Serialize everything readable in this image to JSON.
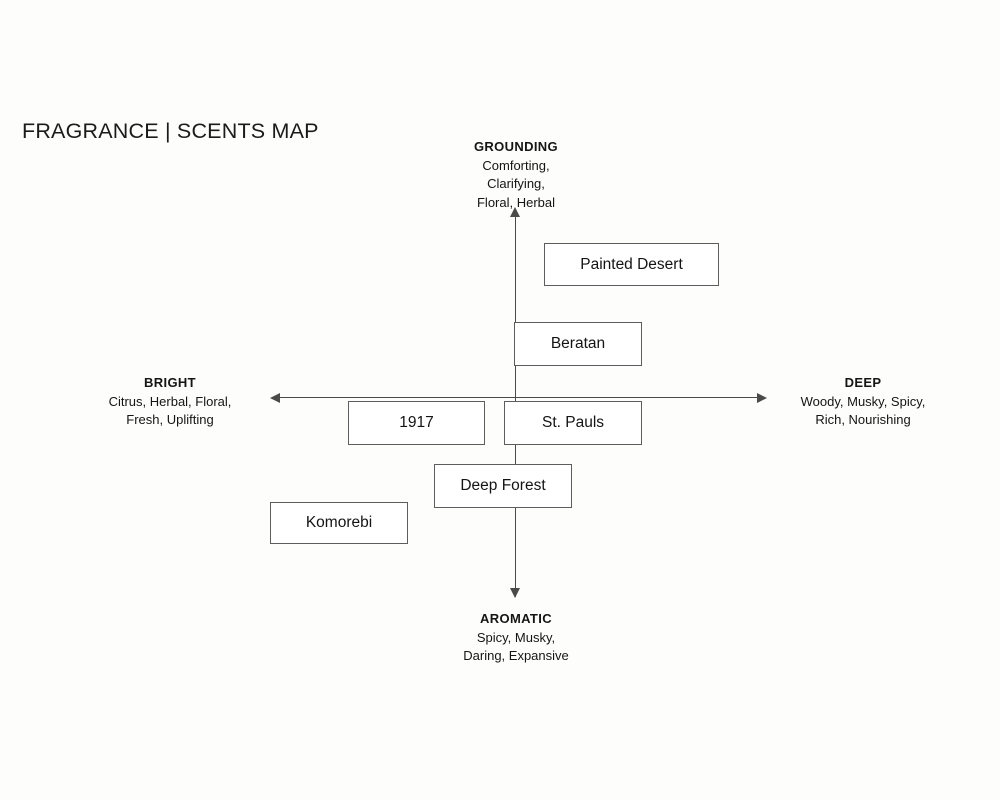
{
  "title": "FRAGRANCE | SCENTS MAP",
  "colors": {
    "background": "#fdfdfc",
    "text": "#1c1c1c",
    "axis": "#4a4a4a",
    "box_border": "#5d5d5d",
    "box_fill": "#ffffff"
  },
  "chart_data": {
    "type": "scatter",
    "title": "FRAGRANCE | SCENTS MAP",
    "xlabel": "",
    "ylabel": "",
    "grid": false,
    "legend": "none",
    "axes": {
      "x": {
        "negative_pole": "BRIGHT",
        "positive_pole": "DEEP",
        "range": [
          -1,
          1
        ]
      },
      "y": {
        "negative_pole": "AROMATIC",
        "positive_pole": "GROUNDING",
        "range": [
          -1,
          1
        ]
      }
    },
    "poles": [
      {
        "id": "grounding",
        "name": "GROUNDING",
        "position": "top",
        "descriptors": [
          "Comforting,",
          "Clarifying,",
          "Floral, Herbal"
        ]
      },
      {
        "id": "aromatic",
        "name": "AROMATIC",
        "position": "bottom",
        "descriptors": [
          "Spicy, Musky,",
          "Daring, Expansive"
        ]
      },
      {
        "id": "bright",
        "name": "BRIGHT",
        "position": "left",
        "descriptors": [
          "Citrus, Herbal, Floral,",
          "Fresh, Uplifting"
        ]
      },
      {
        "id": "deep",
        "name": "DEEP",
        "position": "right",
        "descriptors": [
          "Woody, Musky, Spicy,",
          "Rich, Nourishing"
        ]
      }
    ],
    "points": [
      {
        "label": "Painted Desert",
        "x": 0.25,
        "y": 0.43,
        "quadrant": "GROUNDING / DEEP"
      },
      {
        "label": "Beratan",
        "x": 0.07,
        "y": 0.2,
        "quadrant": "GROUNDING / DEEP"
      },
      {
        "label": "1917",
        "x": -0.35,
        "y": -0.03,
        "quadrant": "BRIGHT"
      },
      {
        "label": "St. Pauls",
        "x": 0.09,
        "y": -0.03,
        "quadrant": "DEEP"
      },
      {
        "label": "Deep Forest",
        "x": -0.03,
        "y": -0.2,
        "quadrant": "AROMATIC"
      },
      {
        "label": "Komorebi",
        "x": -0.35,
        "y": -0.32,
        "quadrant": "AROMATIC / BRIGHT"
      }
    ]
  },
  "boxes": {
    "painted_desert": "Painted Desert",
    "beratan": "Beratan",
    "nineteen_seventeen": "1917",
    "st_pauls": "St. Pauls",
    "deep_forest": "Deep Forest",
    "komorebi": "Komorebi"
  },
  "poles": {
    "grounding": {
      "name": "GROUNDING",
      "line1": "Comforting,",
      "line2": "Clarifying,",
      "line3": "Floral, Herbal"
    },
    "aromatic": {
      "name": "AROMATIC",
      "line1": "Spicy, Musky,",
      "line2": "Daring, Expansive",
      "line3": ""
    },
    "bright": {
      "name": "BRIGHT",
      "line1": "Citrus, Herbal, Floral,",
      "line2": "Fresh, Uplifting",
      "line3": ""
    },
    "deep": {
      "name": "DEEP",
      "line1": "Woody, Musky, Spicy,",
      "line2": "Rich, Nourishing",
      "line3": ""
    }
  }
}
